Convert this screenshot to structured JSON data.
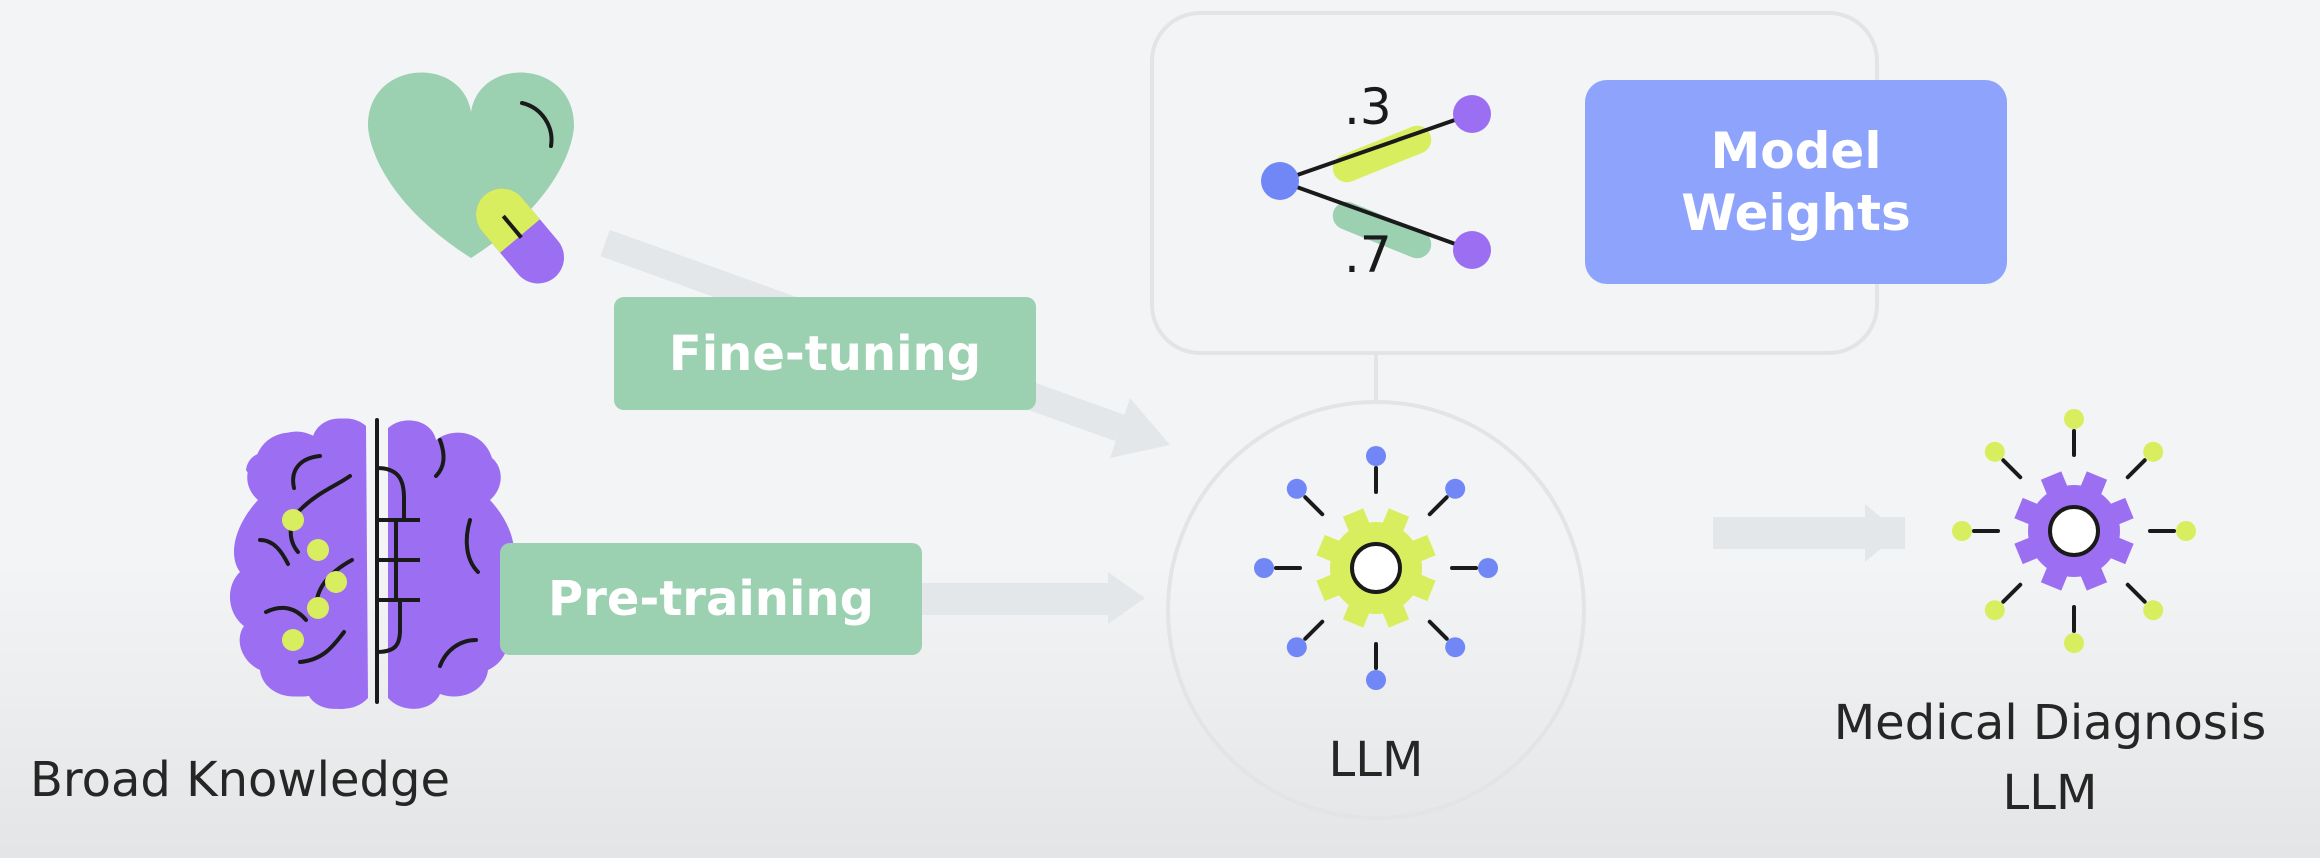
{
  "labels": {
    "fine_tuning": "Fine-tuning",
    "pre_training": "Pre-training",
    "weight_top": ".3",
    "weight_bottom": ".7",
    "model_weights_line1": "Model",
    "model_weights_line2": "Weights",
    "llm": "LLM",
    "broad_knowledge": "Broad Knowledge",
    "medical_line1": "Medical Diagnosis",
    "medical_line2": "LLM"
  },
  "icons": {
    "heart": "heart-with-pill-icon",
    "brain": "brain-icon",
    "llm": "gear-network-icon",
    "output": "gear-network-icon",
    "weights": "network-weights-icon"
  },
  "colors": {
    "green": "#9bd0b0",
    "blue": "#8ea3fb",
    "purple": "#9c6ff2",
    "lime": "#d8ee5e",
    "arrow": "#e4e7ea",
    "node_blue": "#7087f5"
  }
}
